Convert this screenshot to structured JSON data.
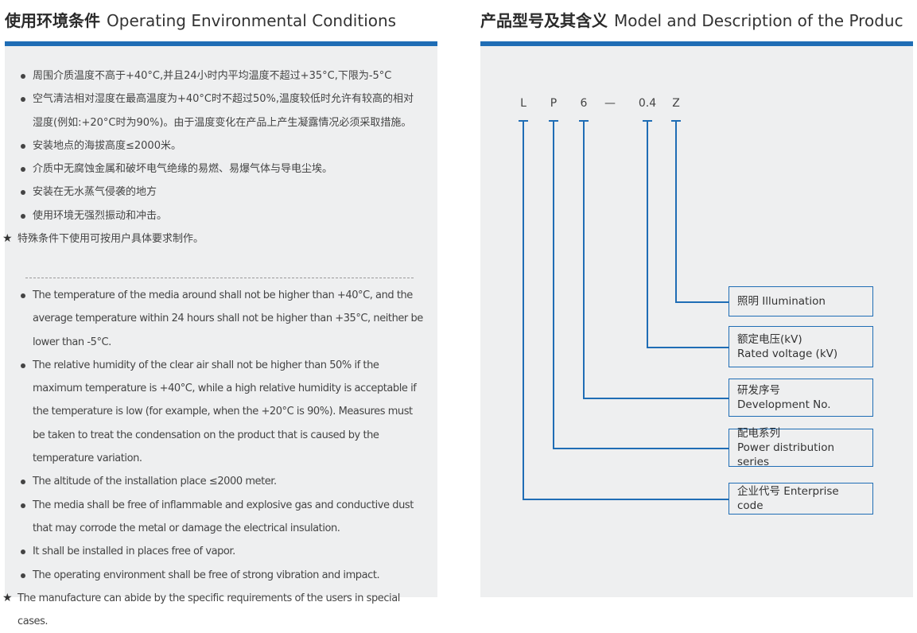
{
  "left": {
    "title_zh": "使用环境条件",
    "title_en": "Operating Environmental Conditions",
    "zh_items": [
      {
        "marker": "dot",
        "text": "周围介质温度不高于+40°C,并且24小时内平均温度不超过+35°C,下限为-5°C"
      },
      {
        "marker": "dot",
        "text": "空气清洁相对湿度在最高温度为+40°C时不超过50%,温度较低时允许有较高的相对湿度(例如:+20°C时为90%)。由于温度变化在产品上产生凝露情况必须采取措施。"
      },
      {
        "marker": "dot",
        "text": "安装地点的海拔高度≤2000米。"
      },
      {
        "marker": "dot",
        "text": "介质中无腐蚀金属和破坏电气绝缘的易燃、易爆气体与导电尘埃。"
      },
      {
        "marker": "dot",
        "text": "安装在无水蒸气侵袭的地方"
      },
      {
        "marker": "dot",
        "text": "使用环境无强烈振动和冲击。"
      },
      {
        "marker": "star",
        "text": "特殊条件下使用可按用户具体要求制作。"
      }
    ],
    "en_items": [
      {
        "marker": "dot",
        "text": "The temperature of the media around shall not be higher than +40°C, and the average temperature within 24 hours shall not be higher than +35°C, neither be lower than -5°C."
      },
      {
        "marker": "dot",
        "text": "The relative humidity of the clear air shall not be higher than 50% if the maximum temperature is +40°C, while a high relative humidity is acceptable if the temperature is low (for example, when the +20°C is 90%). Measures must be taken to treat the condensation on the product that is caused by the temperature variation."
      },
      {
        "marker": "dot",
        "text": "The altitude of the installation place ≤2000 meter."
      },
      {
        "marker": "dot",
        "text": "The media shall be free of inflammable and explosive gas and conductive dust that may corrode the metal or damage the electrical insulation."
      },
      {
        "marker": "dot",
        "text": "It shall be installed in places free of vapor."
      },
      {
        "marker": "dot",
        "text": "The operating environment shall be free of strong vibration and impact."
      },
      {
        "marker": "star",
        "text": "The manufacture can abide by the specific requirements of the users in special cases."
      }
    ]
  },
  "right": {
    "title_zh": "产品型号及其含义",
    "title_en": "Model and Description of the Produc",
    "code_letters": [
      "L",
      "P",
      "6",
      "—",
      "0.4",
      "Z"
    ],
    "descriptions": [
      {
        "line1": "照明  Illumination",
        "line2": ""
      },
      {
        "line1": "额定电压(kV)",
        "line2": "Rated voltage (kV)"
      },
      {
        "line1": "研发序号",
        "line2": "Development No."
      },
      {
        "line1": "配电系列",
        "line2": "Power distribution series"
      },
      {
        "line1": "企业代号  Enterprise code",
        "line2": ""
      }
    ]
  },
  "colors": {
    "accent": "#1f6db5",
    "panel": "#eeeff0",
    "text": "#444444"
  }
}
